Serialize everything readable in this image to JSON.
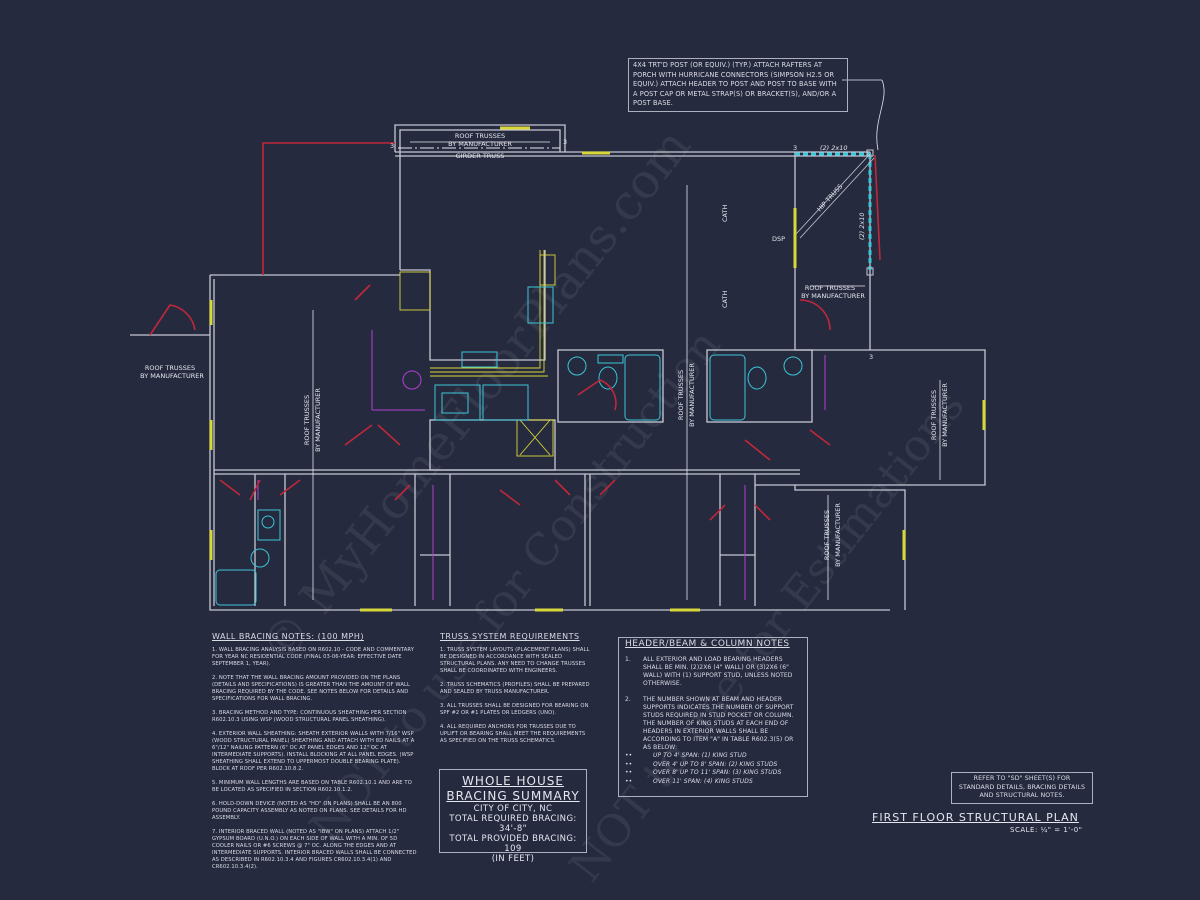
{
  "title": "FIRST FLOOR STRUCTURAL PLAN",
  "scale": "SCALE: ¼\" = 1'-0\"",
  "colors": {
    "background": "#262a3f",
    "wall": "#c8c8d2",
    "door": "#c0283a",
    "cabinet": "#d8d83a",
    "fixture": "#39c6d6",
    "purple": "#b040d0",
    "beam": "#39c6d6"
  },
  "watermark": [
    "© MyHomeFloorPlans.com",
    "NOT to use for Construction",
    "NOT to use for Estimations"
  ],
  "plan_labels": {
    "roof_trusses": "ROOF TRUSSES",
    "by_manufacturer": "BY MANUFACTURER",
    "girder_truss": "GIRDER TRUSS",
    "hip_truss": "HIP TRUSS",
    "beam_top": "(2) 2x10",
    "beam_right": "(2) 2x10",
    "dsp": "DSP",
    "cath1": "CATH",
    "cath2": "CATH",
    "stud3": "3"
  },
  "post_note": "4X4 TRT'D POST (OR EQUIV.) (TYP.) ATTACH RAFTERS AT PORCH WITH HURRICANE CONNECTORS (SIMPSON H2.5 OR EQUIV.) ATTACH HEADER TO POST AND POST TO BASE WITH A POST CAP OR METAL STRAP(S) OR BRACKET(S), AND/OR A POST BASE.",
  "wall_bracing": {
    "title": "WALL BRACING NOTES: (100 MPH)",
    "items": [
      "1. WALL BRACING ANALYSIS BASED ON R602.10 - CODE AND COMMENTARY FOR YEAR NC RESIDENTIAL CODE (FINAL 03-06-YEAR: EFFECTIVE DATE SEPTEMBER 1, YEAR).",
      "2. NOTE THAT THE WALL BRACING AMOUNT PROVIDED ON THE PLANS (DETAILS AND SPECIFICATIONS) IS GREATER THAN THE AMOUNT OF WALL BRACING REQUIRED BY THE CODE. SEE NOTES BELOW FOR DETAILS AND SPECIFICATIONS FOR WALL BRACING.",
      "3. BRACING METHOD AND TYPE: CONTINUOUS SHEATHING PER SECTION R602.10.3 USING WSP (WOOD STRUCTURAL PANEL SHEATHING).",
      "4. EXTERIOR WALL SHEATHING: SHEATH EXTERIOR WALLS WITH 7/16\" WSP (WOOD STRUCTURAL PANEL) SHEATHING AND ATTACH WITH 8d NAILS AT A 6\"/12\" NAILING PATTERN (6\" OC AT PANEL EDGES AND 12\" OC AT INTERMEDIATE SUPPORTS). INSTALL BLOCKING AT ALL PANEL EDGES. (WSP SHEATHING SHALL EXTEND TO UPPERMOST DOUBLE BEARING PLATE). BLOCK AT ROOF PER R602.10.8.2.",
      "5. MINIMUM WALL LENGTHS ARE BASED ON TABLE R602.10.1 AND ARE TO BE LOCATED AS SPECIFIED IN SECTION R602.10.1.2.",
      "6. HOLD-DOWN DEVICE (NOTED AS \"HD\" ON PLANS) SHALL BE AN 800 POUND CAPACITY ASSEMBLY AS NOTED ON PLANS. SEE DETAILS FOR HD ASSEMBLY.",
      "7. INTERIOR BRACED WALL (NOTED AS \"IBW\" ON PLANS) ATTACH 1/2\" GYPSUM BOARD (U.N.O.) ON EACH SIDE OF WALL WITH A MIN. OF 5d COOLER NAILS OR #6 SCREWS @ 7\" OC. ALONG THE EDGES AND AT INTERMEDIATE SUPPORTS. INTERIOR BRACED WALLS SHALL BE CONNECTED AS DESCRIBED IN R602.10.3.4 AND FIGURES CR602.10.3.4(1) AND CR602.10.3.4(2)."
    ]
  },
  "truss": {
    "title": "TRUSS SYSTEM REQUIREMENTS",
    "items": [
      "1. TRUSS SYSTEM LAYOUTS (PLACEMENT PLANS) SHALL BE DESIGNED IN ACCORDANCE WITH SEALED STRUCTURAL PLANS. ANY NEED TO CHANGE TRUSSES SHALL BE COORDINATED WITH ENGINEERS.",
      "2. TRUSS SCHEMATICS (PROFILES) SHALL BE PREPARED AND SEALED BY TRUSS MANUFACTURER.",
      "3. ALL TRUSSES SHALL BE DESIGNED FOR BEARING ON SPF #2 OR #1 PLATES OR LEDGERS (UNO).",
      "4. ALL REQUIRED ANCHORS FOR TRUSSES DUE TO UPLIFT OR BEARING SHALL MEET THE REQUIREMENTS AS SPECIFIED ON THE TRUSS SCHEMATICS."
    ]
  },
  "bracing_summary": {
    "title1": "WHOLE HOUSE",
    "title2": "BRACING SUMMARY",
    "city": "CITY OF CITY, NC",
    "required": "TOTAL REQUIRED BRACING: 34'-8\"",
    "provided": "TOTAL PROVIDED BRACING: 109",
    "units": "(IN FEET)"
  },
  "header_notes": {
    "title": "HEADER/BEAM & COLUMN NOTES",
    "items": [
      {
        "num": "1.",
        "text": "ALL EXTERIOR AND LOAD BEARING HEADERS SHALL BE MIN. (2)2x6 (4\" WALL) OR (3)2x6 (6\" WALL) WITH (1) SUPPORT STUD, UNLESS NOTED OTHERWISE."
      },
      {
        "num": "2.",
        "text": "THE NUMBER SHOWN AT BEAM AND HEADER SUPPORTS INDICATES THE NUMBER OF SUPPORT STUDS REQUIRED IN STUD POCKET OR COLUMN. THE NUMBER OF KING STUDS AT EACH END OF HEADERS IN EXTERIOR WALLS SHALL BE ACCORDING TO ITEM \"a\" IN TABLE R602.3(5) OR AS BELOW:"
      }
    ],
    "bullet": "••",
    "bullets": [
      "UP TO 4' SPAN: (1) KING STUD",
      "OVER 4' UP TO 8' SPAN: (2) KING STUDS",
      "OVER 8' UP TO 11' SPAN: (3) KING STUDS",
      "OVER 11' SPAN: (4) KING STUDS"
    ]
  },
  "refer_note": "REFER TO \"SD\" SHEET(S) FOR STANDARD DETAILS, BRACING DETAILS AND STRUCTURAL NOTES."
}
